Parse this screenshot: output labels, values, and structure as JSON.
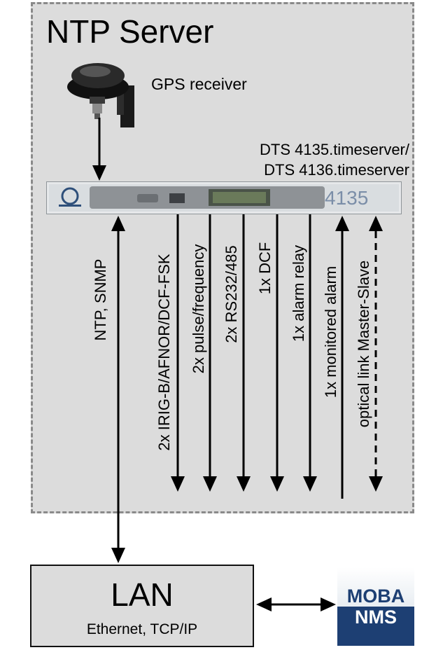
{
  "title": "NTP Server",
  "gps_label": "GPS receiver",
  "device_label_line1": "DTS 4135.timeserver/",
  "device_label_line2": "DTS 4136.timeserver",
  "device_display": "4135",
  "connections": {
    "ntp": "NTP, SNMP",
    "irig": "2x IRIG-B/AFNOR/DCF-FSK",
    "pulse": "2x pulse/frequency",
    "rs232": "2x RS232/485",
    "dcf": "1x DCF",
    "alarm_relay": "1x alarm relay",
    "monitored_alarm": "1x monitored alarm",
    "optical": "optical link Master-Slave"
  },
  "lan": {
    "title": "LAN",
    "subtitle": "Ethernet, TCP/IP"
  },
  "logo": {
    "line1": "MOBA",
    "line2": "NMS"
  },
  "colors": {
    "box_fill": "#dcdcdc",
    "box_border": "#8a8a8a",
    "logo_blue": "#1d3f73",
    "arrow": "#000000"
  }
}
